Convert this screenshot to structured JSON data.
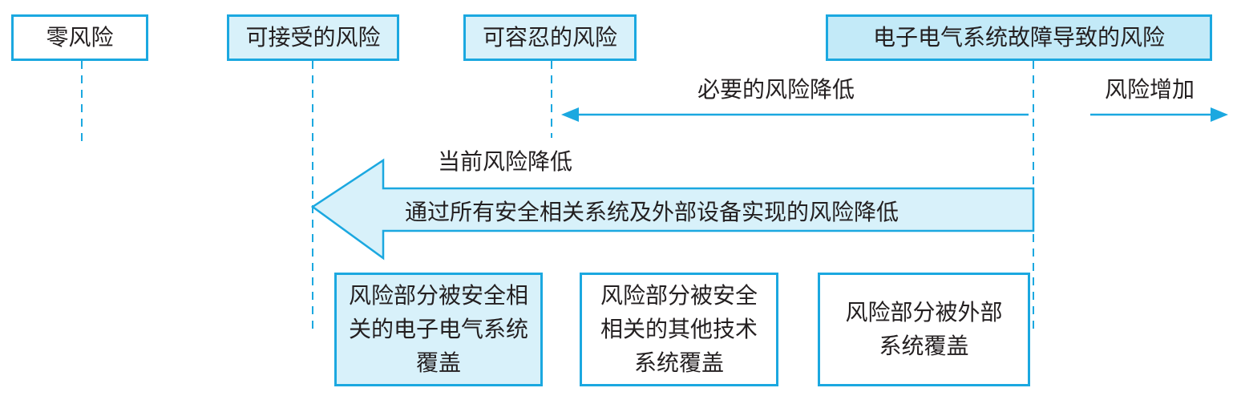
{
  "top_boxes": [
    "零风险",
    "可接受的风险",
    "可容忍的风险",
    "电子电气系统故障导致的风险"
  ],
  "arrows": {
    "necessary_reduction": "必要的风险降低",
    "risk_increase": "风险增加",
    "current_reduction": "当前风险降低",
    "big_arrow_text": "通过所有安全相关系统及外部设备实现的风险降低"
  },
  "bottom_boxes": [
    "风险部分被安全相关的电子电气系统覆盖",
    "风险部分被安全相关的其他技术系统覆盖",
    "风险部分被外部系统覆盖"
  ],
  "colors": {
    "accent": "#1ba8e0",
    "fill_light": "#d8f1fa",
    "fill_mid": "#c3eaf8"
  }
}
